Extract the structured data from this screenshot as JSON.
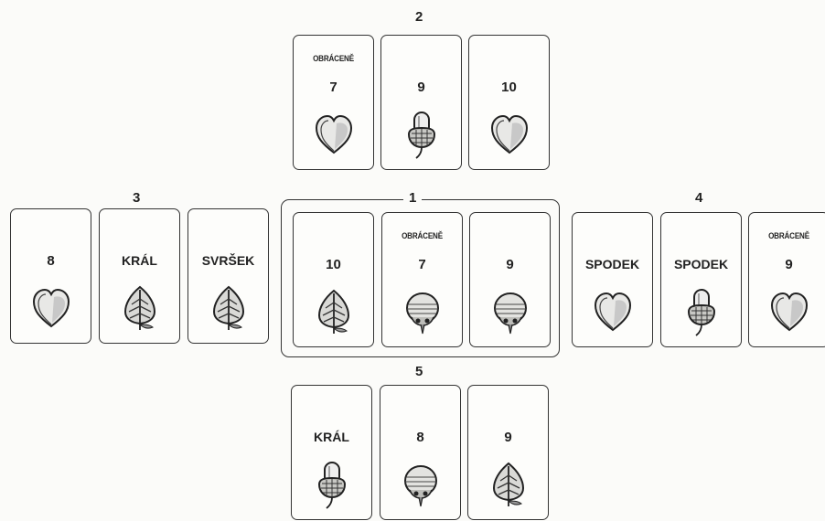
{
  "group_labels": {
    "g1": "1",
    "g2": "2",
    "g3": "3",
    "g4": "4",
    "g5": "5"
  },
  "groups": [
    {
      "id": "1",
      "cards": [
        {
          "note": "",
          "rank": "10",
          "suit": "leaf-icon"
        },
        {
          "note": "OBRÁCENĚ",
          "rank": "7",
          "suit": "bell-icon"
        },
        {
          "note": "",
          "rank": "9",
          "suit": "bell-icon"
        }
      ]
    },
    {
      "id": "2",
      "cards": [
        {
          "note": "OBRÁCENĚ",
          "rank": "7",
          "suit": "heart-icon"
        },
        {
          "note": "",
          "rank": "9",
          "suit": "acorn-icon"
        },
        {
          "note": "",
          "rank": "10",
          "suit": "heart-icon"
        }
      ]
    },
    {
      "id": "3",
      "cards": [
        {
          "note": "",
          "rank": "8",
          "suit": "heart-icon"
        },
        {
          "note": "",
          "rank": "KRÁL",
          "suit": "leaf-icon"
        },
        {
          "note": "",
          "rank": "SVRŠEK",
          "suit": "leaf-icon"
        }
      ]
    },
    {
      "id": "4",
      "cards": [
        {
          "note": "",
          "rank": "SPODEK",
          "suit": "heart-icon"
        },
        {
          "note": "",
          "rank": "SPODEK",
          "suit": "acorn-icon"
        },
        {
          "note": "OBRÁCENĚ",
          "rank": "9",
          "suit": "heart-icon"
        }
      ]
    },
    {
      "id": "5",
      "cards": [
        {
          "note": "",
          "rank": "KRÁL",
          "suit": "acorn-icon"
        },
        {
          "note": "",
          "rank": "8",
          "suit": "bell-icon"
        },
        {
          "note": "",
          "rank": "9",
          "suit": "leaf-icon"
        }
      ]
    }
  ]
}
